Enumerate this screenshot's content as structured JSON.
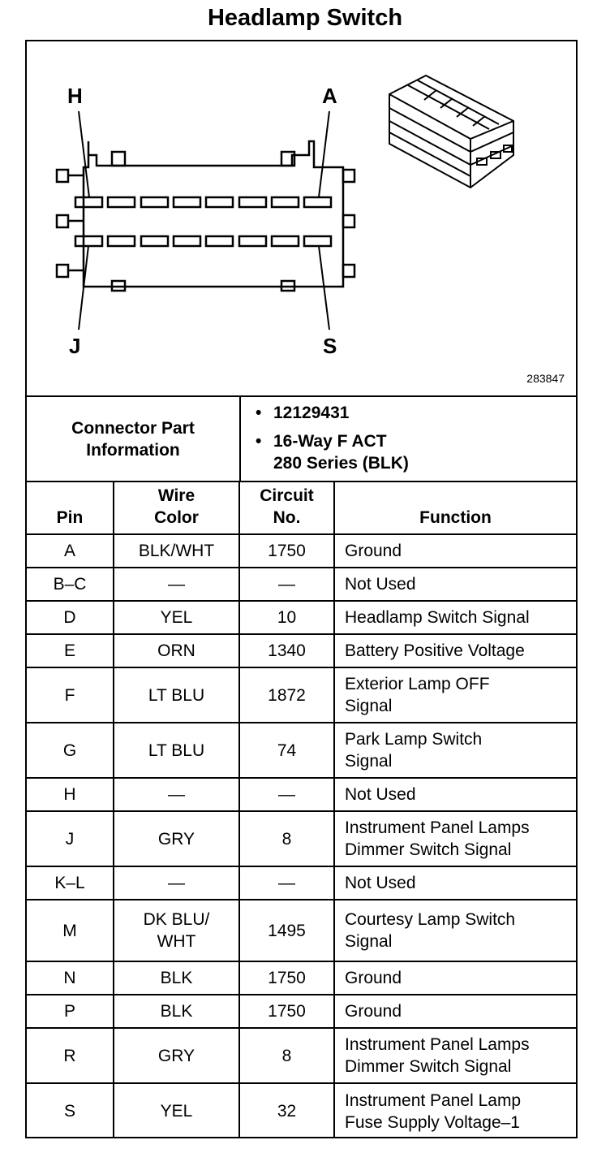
{
  "title": "Headlamp Switch",
  "diagram": {
    "labels": {
      "top_left": "H",
      "top_right": "A",
      "bottom_left": "J",
      "bottom_right": "S"
    },
    "figure_number": "283847"
  },
  "connector_info": {
    "label_line1": "Connector Part",
    "label_line2": "Information",
    "part_number": "12129431",
    "description_line1": "16-Way F ACT",
    "description_line2": "280 Series (BLK)",
    "bullet": "•"
  },
  "table": {
    "headers": {
      "pin": "Pin",
      "wire_color_line1": "Wire",
      "wire_color_line2": "Color",
      "circuit_line1": "Circuit",
      "circuit_line2": "No.",
      "function": "Function"
    },
    "rows": [
      {
        "pin": "A",
        "wire": [
          "BLK/WHT"
        ],
        "circuit": "1750",
        "function": [
          "Ground"
        ]
      },
      {
        "pin": "B–C",
        "wire": [
          "—"
        ],
        "circuit": "—",
        "function": [
          "Not Used"
        ]
      },
      {
        "pin": "D",
        "wire": [
          "YEL"
        ],
        "circuit": "10",
        "function": [
          "Headlamp Switch Signal"
        ]
      },
      {
        "pin": "E",
        "wire": [
          "ORN"
        ],
        "circuit": "1340",
        "function": [
          "Battery Positive Voltage"
        ]
      },
      {
        "pin": "F",
        "wire": [
          "LT BLU"
        ],
        "circuit": "1872",
        "function": [
          "Exterior Lamp OFF",
          "Signal"
        ]
      },
      {
        "pin": "G",
        "wire": [
          "LT BLU"
        ],
        "circuit": "74",
        "function": [
          "Park Lamp Switch",
          "Signal"
        ]
      },
      {
        "pin": "H",
        "wire": [
          "—"
        ],
        "circuit": "—",
        "function": [
          "Not Used"
        ]
      },
      {
        "pin": "J",
        "wire": [
          "GRY"
        ],
        "circuit": "8",
        "function": [
          "Instrument Panel Lamps",
          "Dimmer Switch Signal"
        ]
      },
      {
        "pin": "K–L",
        "wire": [
          "—"
        ],
        "circuit": "—",
        "function": [
          "Not Used"
        ]
      },
      {
        "pin": "M",
        "wire": [
          "DK BLU/",
          "WHT"
        ],
        "circuit": "1495",
        "function": [
          "Courtesy Lamp Switch",
          "Signal"
        ]
      },
      {
        "pin": "N",
        "wire": [
          "BLK"
        ],
        "circuit": "1750",
        "function": [
          "Ground"
        ]
      },
      {
        "pin": "P",
        "wire": [
          "BLK"
        ],
        "circuit": "1750",
        "function": [
          "Ground"
        ]
      },
      {
        "pin": "R",
        "wire": [
          "GRY"
        ],
        "circuit": "8",
        "function": [
          "Instrument Panel Lamps",
          "Dimmer Switch Signal"
        ]
      },
      {
        "pin": "S",
        "wire": [
          "YEL"
        ],
        "circuit": "32",
        "function": [
          "Instrument Panel Lamp",
          "Fuse Supply Voltage–1"
        ]
      }
    ]
  }
}
